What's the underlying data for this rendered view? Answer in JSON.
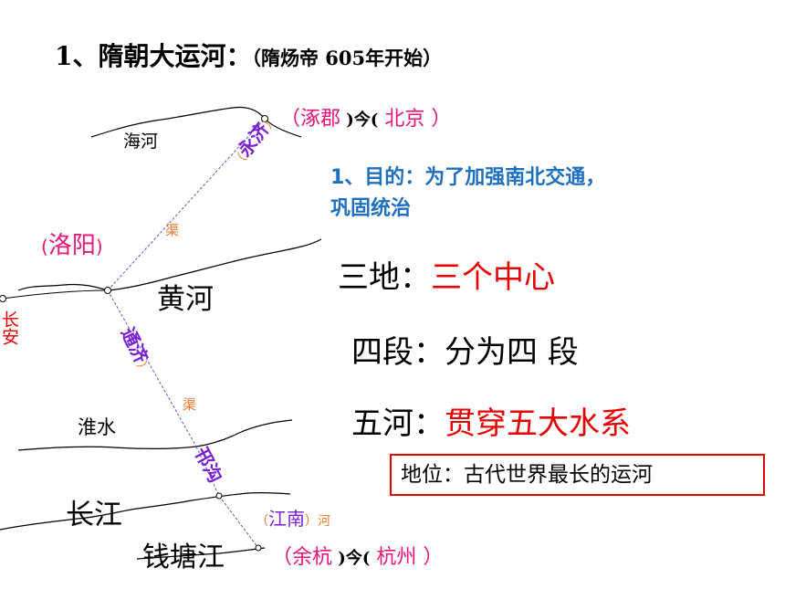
{
  "title": {
    "main": "1、隋朝大运河：",
    "note": "（隋炀帝 605年开始）"
  },
  "rivers": {
    "hai": "海河",
    "huang": "黄河",
    "huai": "淮水",
    "changjiang": "长江",
    "qiantang": "钱塘江"
  },
  "cities": {
    "north_open": "（",
    "north_ancient": "涿郡",
    "north_mid": " )今(",
    "north_modern": " 北京",
    "north_close": " ）",
    "luoyang_open": "(",
    "luoyang": "洛阳",
    "luoyang_close": ")",
    "changan": "长安",
    "south_open": "（",
    "south_ancient": "余杭",
    "south_mid": " )今(",
    "south_modern": " 杭州",
    "south_close": " ）"
  },
  "canals": {
    "yongji_name": "永济",
    "yongji_open": "（",
    "yongji_close": "）",
    "yongji_suffix": "渠",
    "tongji_name": "通济",
    "tongji_close": "）",
    "tongji_suffix": "渠",
    "hangou_name": "邗沟",
    "jiangnan_open": "（",
    "jiangnan_name": "江南",
    "jiangnan_close": "）",
    "jiangnan_suffix": "河"
  },
  "notes": {
    "purpose_line1": "1、目的：为了加强南北交通，",
    "purpose_line2": "巩固统治",
    "three_label": "三地：",
    "three_value": "三个中心",
    "four_label": "四段：",
    "four_value": "分为四 段",
    "five_label": "五河：",
    "five_value": "贯穿五大水系",
    "status": "地位：古代世界最长的运河"
  },
  "colors": {
    "red": "#e60000",
    "pink": "#e8157a",
    "purple": "#7a1fd6",
    "orange": "#f07a2a",
    "blue": "#1f6fc0"
  }
}
